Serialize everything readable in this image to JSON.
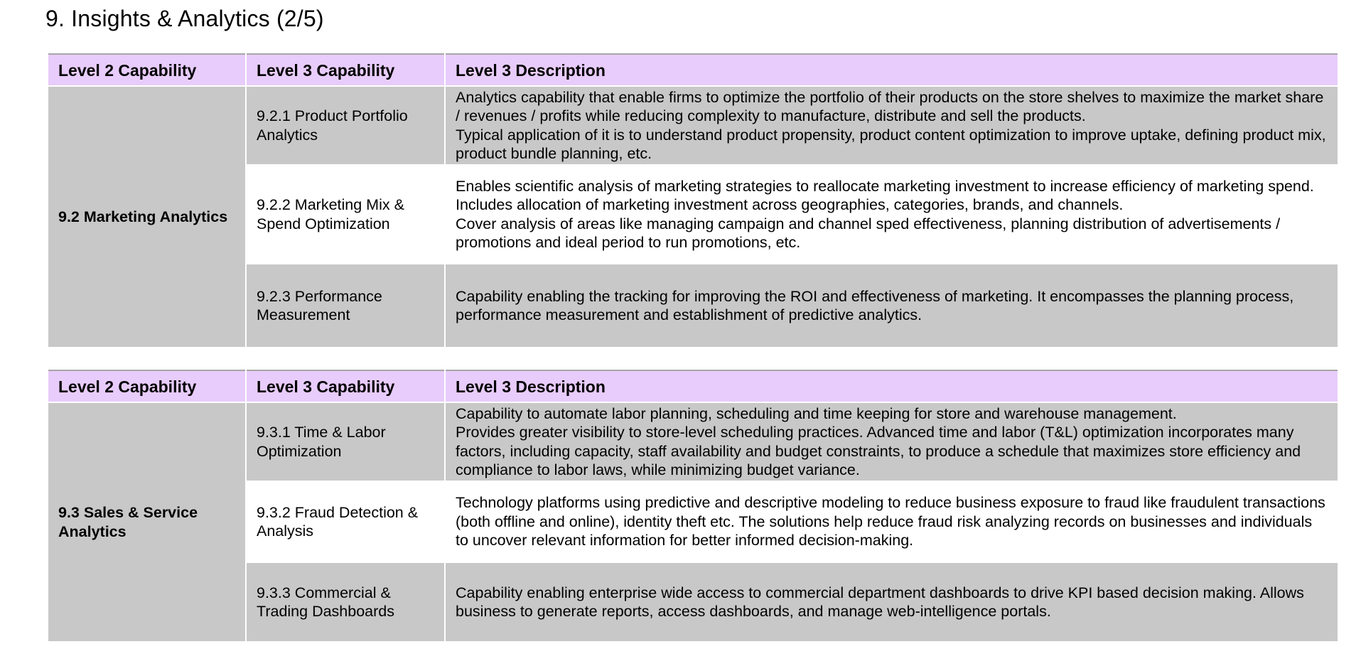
{
  "page": {
    "title": "9. Insights & Analytics (2/5)"
  },
  "headers": {
    "level2": "Level 2 Capability",
    "level3": "Level 3 Capability",
    "description": "Level 3 Description"
  },
  "tables": [
    {
      "level2": "9.2 Marketing Analytics",
      "rows": [
        {
          "level3": "9.2.1 Product Portfolio Analytics",
          "description": [
            "Analytics capability that enable firms to optimize the portfolio of their products on the store shelves to maximize the market share / revenues / profits while reducing complexity to manufacture, distribute and sell the products.",
            "Typical application of it is to understand product propensity, product content optimization to improve uptake, defining product mix, product bundle planning, etc."
          ]
        },
        {
          "level3": "9.2.2 Marketing Mix & Spend Optimization",
          "description": [
            "Enables scientific analysis of marketing strategies to reallocate marketing investment to increase efficiency of marketing spend. Includes allocation of marketing investment across geographies, categories, brands, and channels.",
            "Cover analysis of areas like managing campaign and channel sped effectiveness, planning distribution of advertisements / promotions and ideal period to run promotions, etc."
          ]
        },
        {
          "level3": "9.2.3 Performance Measurement",
          "description": [
            "Capability enabling the tracking for improving the ROI and effectiveness of marketing. It encompasses the planning process, performance measurement and establishment of predictive analytics."
          ]
        }
      ]
    },
    {
      "level2": "9.3 Sales & Service Analytics",
      "rows": [
        {
          "level3": "9.3.1 Time & Labor Optimization",
          "description": [
            "Capability to automate labor planning, scheduling and time keeping for store and warehouse management.",
            "Provides greater visibility to store-level scheduling practices. Advanced time and labor (T&L) optimization incorporates many factors, including capacity, staff availability and budget constraints, to produce a schedule that maximizes store efficiency and compliance to labor laws, while minimizing budget variance."
          ]
        },
        {
          "level3": "9.3.2 Fraud Detection & Analysis",
          "description": [
            "Technology platforms using predictive and descriptive modeling to reduce business exposure to fraud like fraudulent transactions (both offline and online), identity theft etc. The solutions help reduce fraud risk analyzing records on businesses and individuals to uncover relevant information for better informed decision-making."
          ]
        },
        {
          "level3": "9.3.3 Commercial & Trading Dashboards",
          "description": [
            "Capability enabling enterprise wide access to commercial department dashboards to drive KPI based decision making. Allows business to generate reports, access dashboards, and manage web-intelligence portals."
          ]
        }
      ]
    }
  ],
  "colors": {
    "header_bg": "#e8ccfb",
    "grey_cell": "#c8c8c8",
    "white_cell": "#ffffff",
    "table_border": "#a6a6a6"
  }
}
